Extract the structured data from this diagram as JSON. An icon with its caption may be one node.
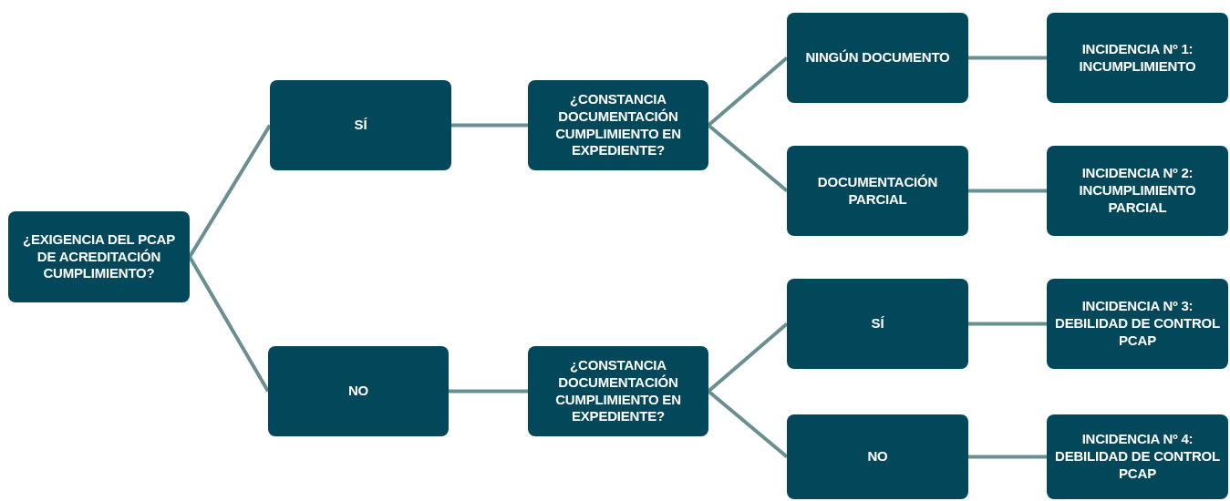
{
  "diagram": {
    "nodes": [
      {
        "text": [
          "¿EXIGENCIA DEL PCAP DE ACREDITACIÓN CUMPLIMIENTO?"
        ]
      },
      {
        "text": [
          "SÍ"
        ]
      },
      {
        "text": [
          "NO"
        ]
      },
      {
        "text": [
          "¿CONSTANCIA DOCUMENTACIÓN CUMPLIMIENTO EN EXPEDIENTE?"
        ]
      },
      {
        "text": [
          "¿CONSTANCIA DOCUMENTACIÓN CUMPLIMIENTO EN EXPEDIENTE?"
        ]
      },
      {
        "text": [
          "NINGÚN DOCUMENTO"
        ]
      },
      {
        "text": [
          "DOCUMENTACIÓN PARCIAL"
        ]
      },
      {
        "text": [
          "SÍ"
        ]
      },
      {
        "text": [
          "NO"
        ]
      },
      {
        "text": [
          "INCIDENCIA Nº 1: INCUMPLIMIENTO"
        ]
      },
      {
        "text": [
          "INCIDENCIA Nº 2: INCUMPLIMIENTO PARCIAL"
        ]
      },
      {
        "text": [
          "INCIDENCIA Nº 3: DEBILIDAD DE CONTROL PCAP"
        ]
      },
      {
        "text": [
          "INCIDENCIA Nº 4: DEBILIDAD DE CONTROL PCAP"
        ]
      }
    ],
    "edges": [
      {
        "from": 0,
        "to": 1,
        "arrow": "none"
      },
      {
        "from": 0,
        "to": 2,
        "arrow": "none"
      },
      {
        "from": 1,
        "to": 3,
        "arrow": "none"
      },
      {
        "from": 2,
        "to": 4,
        "arrow": "none"
      },
      {
        "from": 3,
        "to": 5,
        "arrow": "none"
      },
      {
        "from": 3,
        "to": 6,
        "arrow": "none"
      },
      {
        "from": 4,
        "to": 7,
        "arrow": "none"
      },
      {
        "from": 4,
        "to": 8,
        "arrow": "none"
      },
      {
        "from": 5,
        "to": 9,
        "arrow": "none"
      },
      {
        "from": 6,
        "to": 10,
        "arrow": "none"
      },
      {
        "from": 7,
        "to": 11,
        "arrow": "none"
      },
      {
        "from": 8,
        "to": 12,
        "arrow": "none"
      }
    ]
  }
}
